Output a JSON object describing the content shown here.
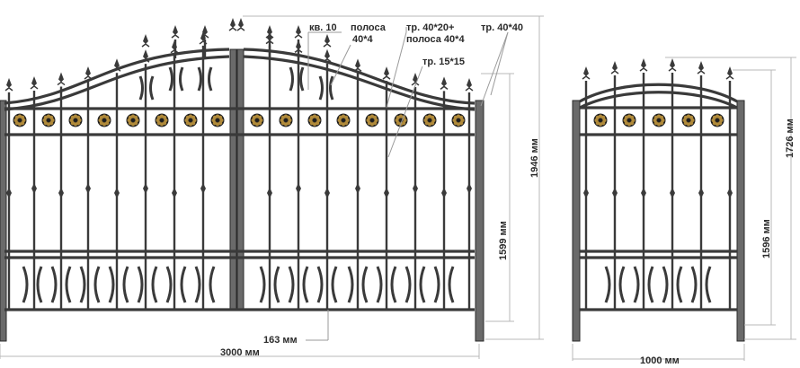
{
  "labels": {
    "kv10": "кв. 10",
    "polosa_line1": "полоса",
    "polosa_line2": "40*4",
    "tr4020_line1": "тр. 40*20+",
    "tr4020_line2": "полоса 40*4",
    "tr4040": "тр. 40*40",
    "tr1515": "тр. 15*15",
    "h1946": "1946 мм",
    "h1599": "1599 мм",
    "w163": "163 мм",
    "w3000": "3000 мм",
    "h1726": "1726 мм",
    "h1596": "1596 мм",
    "w1000": "1000 мм"
  },
  "colors": {
    "metal": "#3a3a3a",
    "post": "#6a6a6a",
    "rosette": "#b08a3a",
    "dimension_line": "#b8b8b8"
  }
}
